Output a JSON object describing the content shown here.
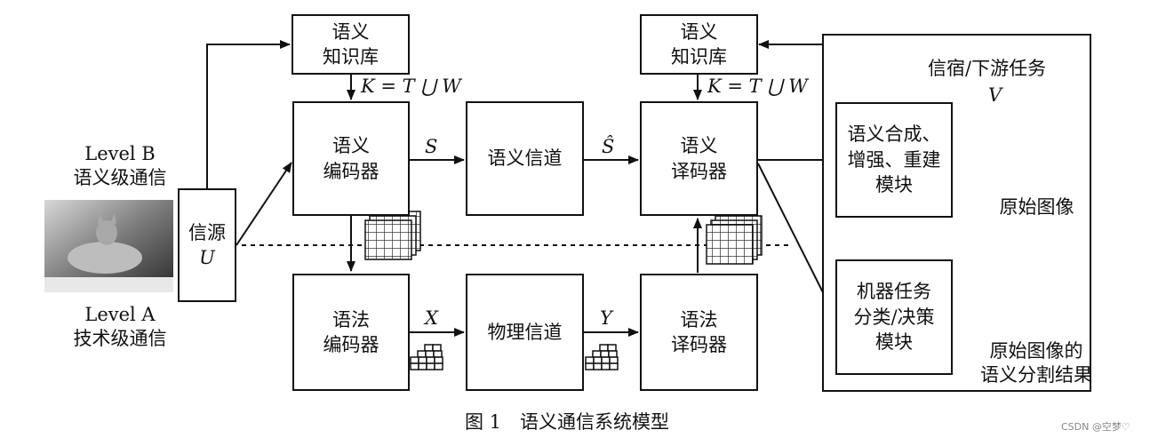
{
  "level_b": {
    "line1": "Level B",
    "line2": "语义级通信"
  },
  "level_a": {
    "line1": "Level A",
    "line2": "技术级通信"
  },
  "source": {
    "line1": "信源",
    "var": "U"
  },
  "kb_left": {
    "line1": "语义",
    "line2": "知识库"
  },
  "kb_right": {
    "line1": "语义",
    "line2": "知识库"
  },
  "kb_formula": "K = T ⋃ W",
  "sem_encoder": {
    "line1": "语义",
    "line2": "编码器"
  },
  "sem_channel": "语义信道",
  "sem_decoder": {
    "line1": "语义",
    "line2": "译码器"
  },
  "syn_encoder": {
    "line1": "语法",
    "line2": "编码器"
  },
  "phy_channel": "物理信道",
  "syn_decoder": {
    "line1": "语法",
    "line2": "译码器"
  },
  "signals": {
    "S": "S",
    "S_hat": "Ŝ",
    "X": "X",
    "Y": "Y"
  },
  "sink": {
    "title": "信宿/下游任务",
    "var": "V"
  },
  "synth_module": {
    "line1": "语义合成、",
    "line2": "增强、重建",
    "line3": "模块"
  },
  "ml_module": {
    "line1": "机器任务",
    "line2": "分类/决策",
    "line3": "模块"
  },
  "out_image": "原始图像",
  "out_seg": {
    "line1": "原始图像的",
    "line2": "语义分割结果"
  },
  "caption": "图 1　语义通信系统模型",
  "watermark": "CSDN @空梦♡"
}
